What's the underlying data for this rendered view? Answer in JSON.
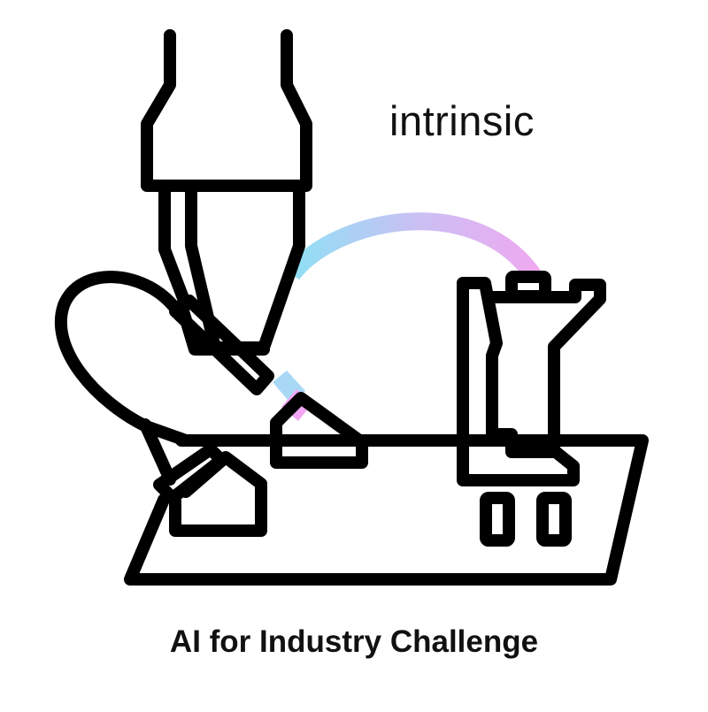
{
  "brand": {
    "wordmark": "intrinsic"
  },
  "caption": {
    "title": "AI for Industry Challenge"
  },
  "illustration": {
    "subject": "robot-arm-gripper-plugging-cable-into-board",
    "colors": {
      "stroke": "#000000",
      "background": "#ffffff",
      "cable_gradient_start": "#8fe0f5",
      "cable_gradient_mid": "#c9c0f3",
      "cable_gradient_end": "#f0a8f0"
    }
  }
}
